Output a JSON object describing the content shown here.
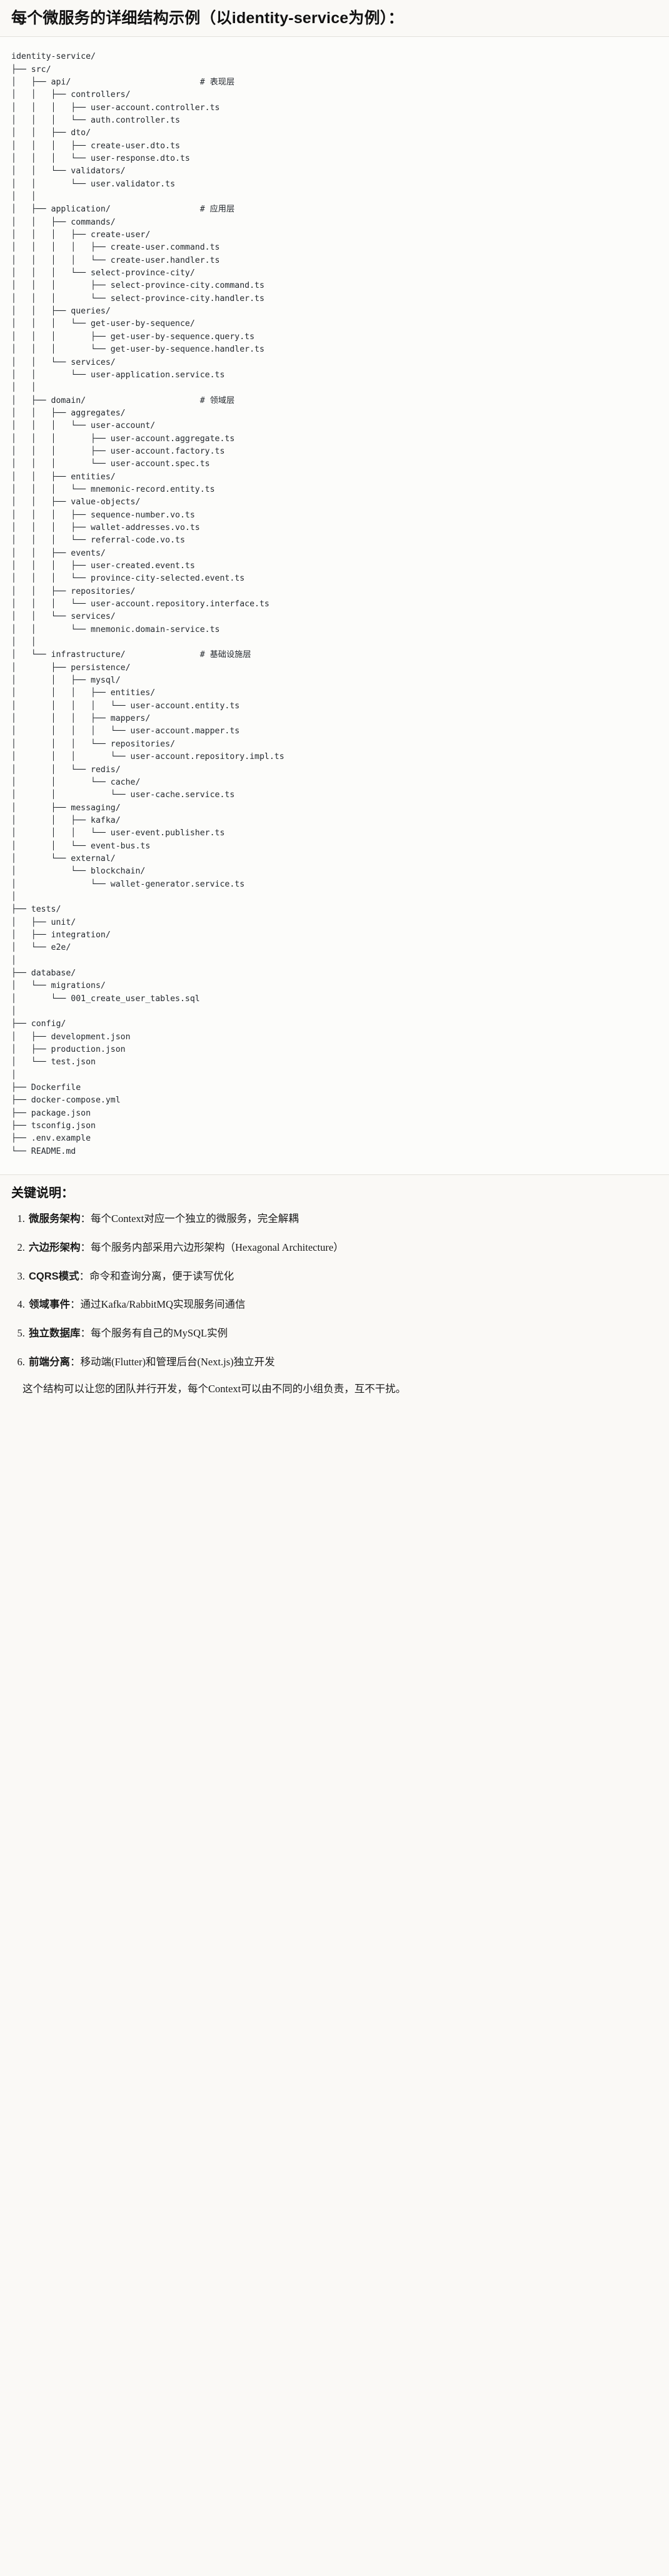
{
  "heading": "每个微服务的详细结构示例（以identity-service为例）：",
  "tree": {
    "root": "identity-service/",
    "text": "identity-service/\n├── src/\n│   ├── api/                          # 表现层\n│   │   ├── controllers/\n│   │   │   ├── user-account.controller.ts\n│   │   │   └── auth.controller.ts\n│   │   ├── dto/\n│   │   │   ├── create-user.dto.ts\n│   │   │   └── user-response.dto.ts\n│   │   └── validators/\n│   │       └── user.validator.ts\n│   │\n│   ├── application/                  # 应用层\n│   │   ├── commands/\n│   │   │   ├── create-user/\n│   │   │   │   ├── create-user.command.ts\n│   │   │   │   └── create-user.handler.ts\n│   │   │   └── select-province-city/\n│   │   │       ├── select-province-city.command.ts\n│   │   │       └── select-province-city.handler.ts\n│   │   ├── queries/\n│   │   │   └── get-user-by-sequence/\n│   │   │       ├── get-user-by-sequence.query.ts\n│   │   │       └── get-user-by-sequence.handler.ts\n│   │   └── services/\n│   │       └── user-application.service.ts\n│   │\n│   ├── domain/                       # 领域层\n│   │   ├── aggregates/\n│   │   │   └── user-account/\n│   │   │       ├── user-account.aggregate.ts\n│   │   │       ├── user-account.factory.ts\n│   │   │       └── user-account.spec.ts\n│   │   ├── entities/\n│   │   │   └── mnemonic-record.entity.ts\n│   │   ├── value-objects/\n│   │   │   ├── sequence-number.vo.ts\n│   │   │   ├── wallet-addresses.vo.ts\n│   │   │   └── referral-code.vo.ts\n│   │   ├── events/\n│   │   │   ├── user-created.event.ts\n│   │   │   └── province-city-selected.event.ts\n│   │   ├── repositories/\n│   │   │   └── user-account.repository.interface.ts\n│   │   └── services/\n│   │       └── mnemonic.domain-service.ts\n│   │\n│   └── infrastructure/               # 基础设施层\n│       ├── persistence/\n│       │   ├── mysql/\n│       │   │   ├── entities/\n│       │   │   │   └── user-account.entity.ts\n│       │   │   ├── mappers/\n│       │   │   │   └── user-account.mapper.ts\n│       │   │   └── repositories/\n│       │   │       └── user-account.repository.impl.ts\n│       │   └── redis/\n│       │       └── cache/\n│       │           └── user-cache.service.ts\n│       ├── messaging/\n│       │   ├── kafka/\n│       │   │   └── user-event.publisher.ts\n│       │   └── event-bus.ts\n│       └── external/\n│           └── blockchain/\n│               └── wallet-generator.service.ts\n│\n├── tests/\n│   ├── unit/\n│   ├── integration/\n│   └── e2e/\n│\n├── database/\n│   └── migrations/\n│       └── 001_create_user_tables.sql\n│\n├── config/\n│   ├── development.json\n│   ├── production.json\n│   └── test.json\n│\n├── Dockerfile\n├── docker-compose.yml\n├── package.json\n├── tsconfig.json\n├── .env.example\n└── README.md",
    "layer_comments": [
      "# 表现层",
      "# 应用层",
      "# 领域层",
      "# 基础设施层"
    ]
  },
  "notes": {
    "title": "关键说明：",
    "items": [
      {
        "term": "微服务架构",
        "body": "：每个Context对应一个独立的微服务，完全解耦"
      },
      {
        "term": "六边形架构",
        "body": "：每个服务内部采用六边形架构（Hexagonal Architecture）"
      },
      {
        "term": "CQRS模式",
        "body": "：命令和查询分离，便于读写优化"
      },
      {
        "term": "领域事件",
        "body": "：通过Kafka/RabbitMQ实现服务间通信"
      },
      {
        "term": "独立数据库",
        "body": "：每个服务有自己的MySQL实例"
      },
      {
        "term": "前端分离",
        "body": "：移动端(Flutter)和管理后台(Next.js)独立开发"
      }
    ],
    "closing": "这个结构可以让您的团队并行开发，每个Context可以由不同的小组负责，互不干扰。"
  },
  "colors": {
    "page_bg": "#faf9f6",
    "code_bg": "#fcfcfa",
    "rule": "#e3e1dc",
    "code_text": "#24292f",
    "text": "#1b1b1b"
  }
}
